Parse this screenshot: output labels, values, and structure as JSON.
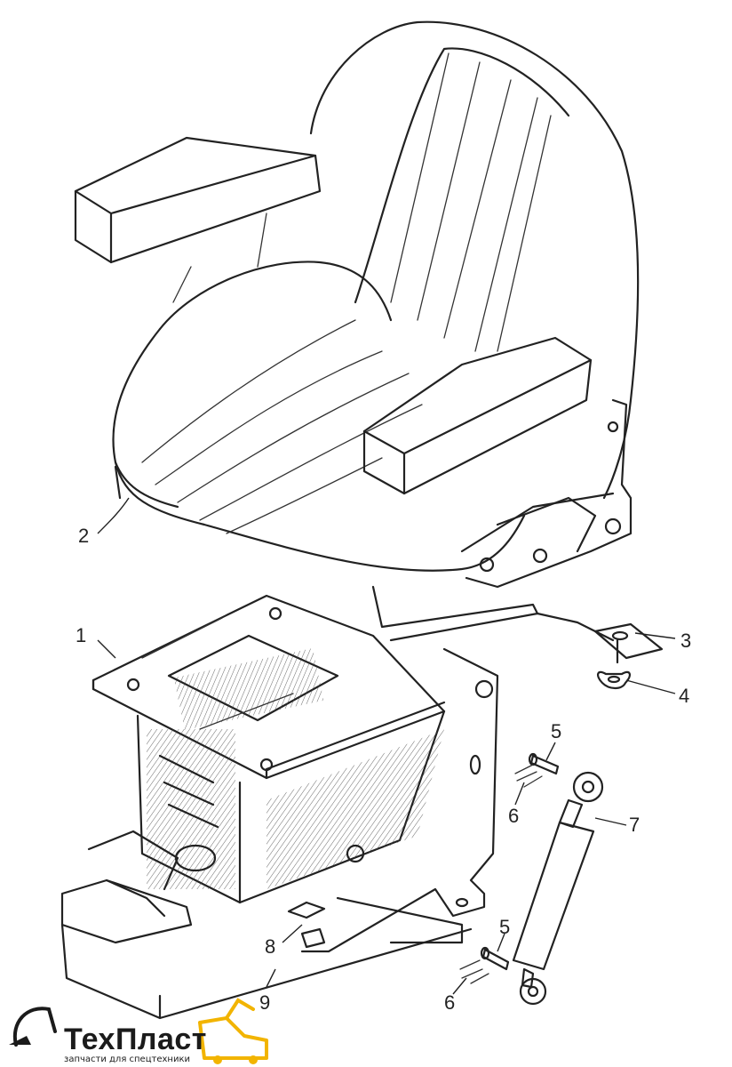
{
  "callouts": [
    {
      "id": "1",
      "label": "1"
    },
    {
      "id": "2",
      "label": "2"
    },
    {
      "id": "3",
      "label": "3"
    },
    {
      "id": "4",
      "label": "4"
    },
    {
      "id": "5a",
      "label": "5"
    },
    {
      "id": "6a",
      "label": "6"
    },
    {
      "id": "7",
      "label": "7"
    },
    {
      "id": "8",
      "label": "8"
    },
    {
      "id": "5b",
      "label": "5"
    },
    {
      "id": "6b",
      "label": "6"
    },
    {
      "id": "9",
      "label": "9"
    }
  ],
  "logo": {
    "name": "ТехПласт",
    "tagline": "запчасти для спецтехники",
    "accent_color": "#f2b400"
  }
}
